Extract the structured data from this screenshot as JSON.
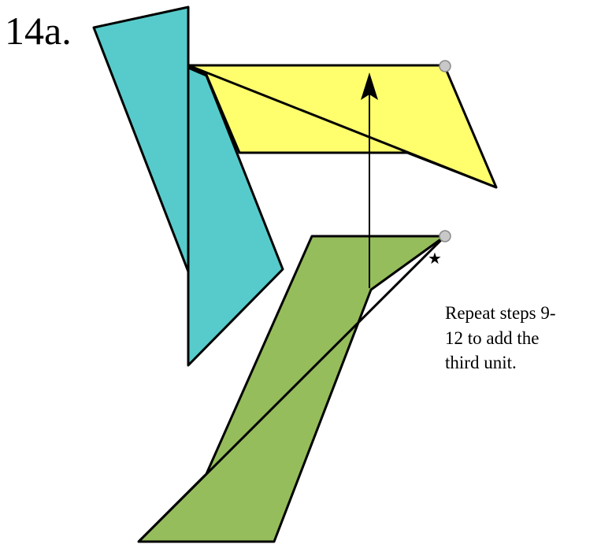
{
  "step_label": "14a.",
  "instruction_lines": [
    "Repeat steps 9-",
    "12 to add the",
    "third unit."
  ],
  "star_glyph": "★",
  "colors": {
    "teal": "#57cbcb",
    "yellow": "#ffff6e",
    "green": "#95bd5b",
    "outline": "#000000",
    "marker": "#c8c8c8"
  }
}
